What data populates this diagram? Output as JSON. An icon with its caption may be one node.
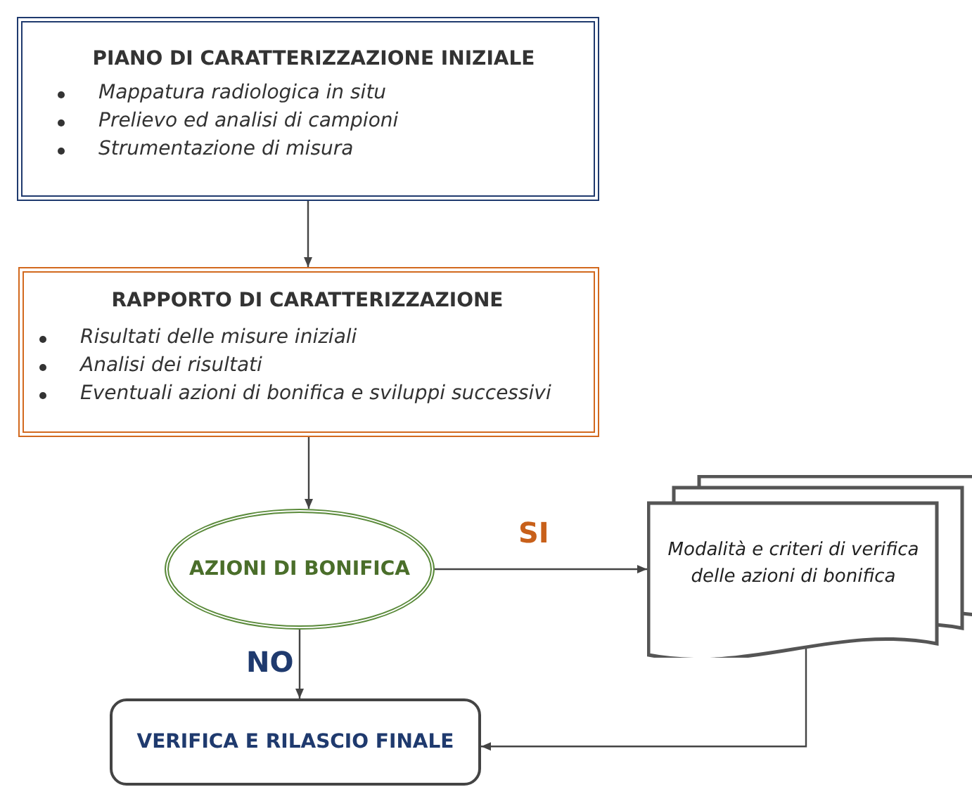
{
  "diagram": {
    "nodes": [
      {
        "text": [
          "PIANO DI CARATTERIZZAZIONE INIZIALE",
          "Mappatura radiologica in situ",
          "Prelievo ed analisi di campioni",
          "Strumentazione di misura"
        ]
      },
      {
        "text": [
          "RAPPORTO DI CARATTERIZZAZIONE",
          "Risultati delle misure iniziali",
          "Analisi dei risultati",
          "Eventuali azioni di bonifica e sviluppi successivi"
        ]
      },
      {
        "text": [
          "AZIONI DI BONIFICA"
        ]
      },
      {
        "text": [
          "Modalità e criteri di verifica delle azioni di bonifica"
        ]
      },
      {
        "text": [
          "VERIFICA E RILASCIO FINALE"
        ]
      }
    ],
    "edges": [
      {
        "from": 0,
        "to": 1,
        "arrow": "to"
      },
      {
        "from": 1,
        "to": 2,
        "arrow": "to"
      },
      {
        "from": 2,
        "to": 3,
        "arrow": "to",
        "label": "SI"
      },
      {
        "from": 2,
        "to": 4,
        "arrow": "to",
        "label": "NO"
      },
      {
        "from": 3,
        "to": 4,
        "arrow": "to"
      }
    ]
  }
}
